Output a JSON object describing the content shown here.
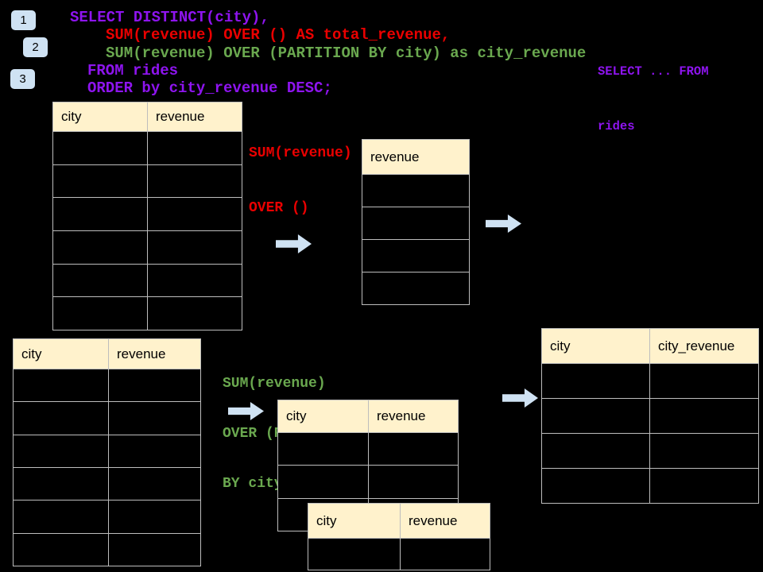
{
  "badges": {
    "step1": "1",
    "step2": "2",
    "step3": "3"
  },
  "sql": {
    "line1": "SELECT DISTINCT(city),",
    "line2": "SUM(revenue) OVER () AS total_revenue,",
    "line3": "SUM(revenue) OVER (PARTITION BY city) as city_revenue",
    "line4": "FROM rides",
    "line5": "ORDER by city_revenue DESC;"
  },
  "side_note": {
    "line1": "SELECT ... FROM",
    "line2": "rides"
  },
  "labels": {
    "total": {
      "line1": "SUM(revenue)",
      "line2": "OVER ()"
    },
    "partition": {
      "line1": "SUM(revenue)",
      "line2": "OVER (PARTITION",
      "line3": "BY city)"
    }
  },
  "tables": {
    "source": {
      "columns": [
        "city",
        "revenue"
      ],
      "rows": 6
    },
    "total_revenue": {
      "columns": [
        "revenue"
      ],
      "rows": 4
    },
    "city_revenue_result": {
      "columns": [
        "city",
        "city_revenue"
      ],
      "rows": 4
    },
    "source2": {
      "columns": [
        "city",
        "revenue"
      ],
      "rows": 6
    },
    "partition_step": {
      "columns": [
        "city",
        "revenue"
      ],
      "rows": 3
    },
    "partition_step_overlay": {
      "columns": [
        "city",
        "revenue"
      ],
      "rows": 1
    }
  },
  "colors": {
    "background": "#000000",
    "keyword_purple": "#8E14EF",
    "total_red": "#EA0000",
    "partition_green": "#6AA84F",
    "table_header_bg": "#FFF2CC",
    "table_border": "#BDBDBD",
    "arrow_badge_blue": "#CFE2F3"
  }
}
